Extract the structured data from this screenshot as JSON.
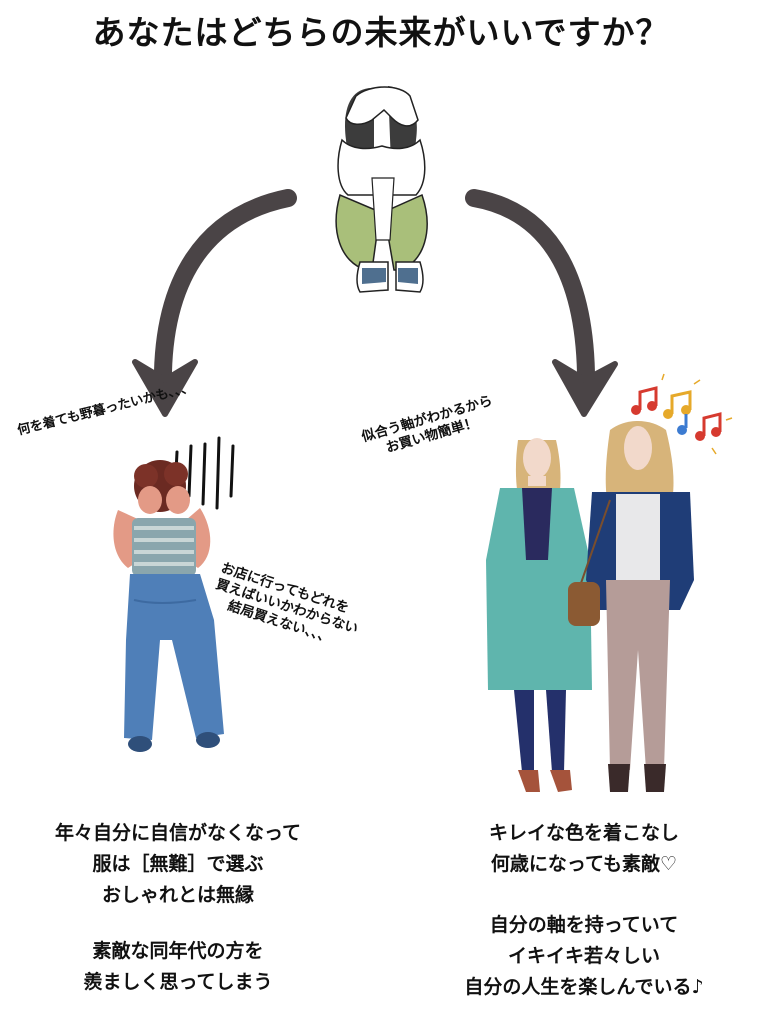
{
  "title": "あなたはどちらの未来がいいですか？",
  "left": {
    "bubble_top": "何を着ても野暮ったいかも、、、",
    "bubble_side": [
      "お店に行ってもどれを",
      "買えばいいかわからない",
      "結局買えない、、、"
    ],
    "text_block1": [
      "年々自分に自信がなくなって",
      "服は［無難］で選ぶ",
      "おしゃれとは無縁"
    ],
    "text_block2": [
      "素敵な同年代の方を",
      "羨ましく思ってしまう"
    ]
  },
  "right": {
    "bubble": [
      "似合う軸がわかるから",
      "お買い物簡単！"
    ],
    "text_block1": [
      "キレイな色を着こなし",
      "何歳になっても素敵♡"
    ],
    "text_block2": [
      "自分の軸を持っていて",
      "イキイキ若々しい",
      "自分の人生を楽しんでいる♪"
    ]
  },
  "colors": {
    "arrow": "#4a4446",
    "pants_green": "#a9bf7a",
    "coat_teal": "#5fb5ad",
    "jacket_navy": "#1f3d77",
    "pants_mauve": "#b59c98",
    "jeans_blue": "#4f7fb8",
    "skin": "#e39a86",
    "hair_blonde": "#d7b47a",
    "music_red": "#d63a2f",
    "music_gold": "#e6a92a",
    "music_blue": "#3c7bd1"
  },
  "icons": [
    "curved-arrow-icon",
    "music-notes-icon",
    "sad-woman-figure",
    "stressed-woman-figure",
    "happy-women-figure"
  ]
}
